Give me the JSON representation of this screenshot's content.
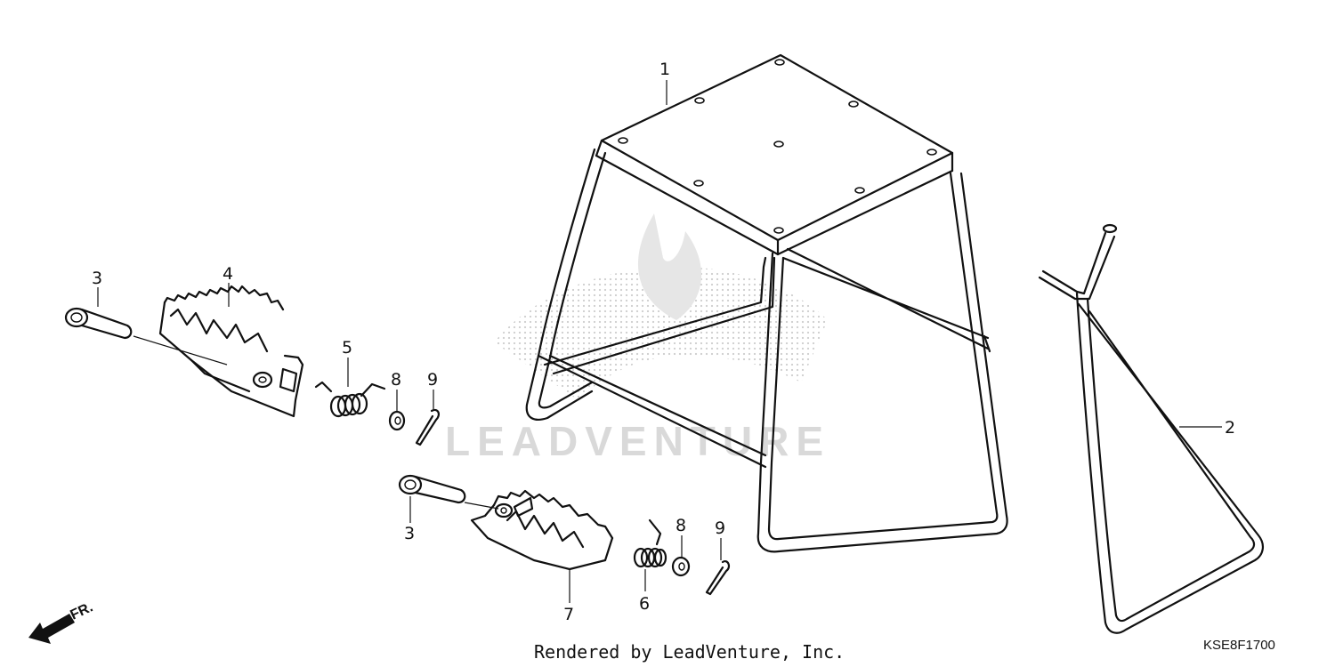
{
  "diagram": {
    "watermark_text": "LEADVENTURE",
    "footer_text": "Rendered by LeadVenture, Inc.",
    "diagram_code": "KSE8F1700",
    "direction_label": "FR.",
    "callouts": [
      "1",
      "2",
      "3",
      "4",
      "5",
      "8",
      "9",
      "3",
      "7",
      "6",
      "8",
      "9"
    ]
  },
  "colors": {
    "ink": "#111111",
    "watermark": "#d9d9d9",
    "background": "#ffffff"
  }
}
